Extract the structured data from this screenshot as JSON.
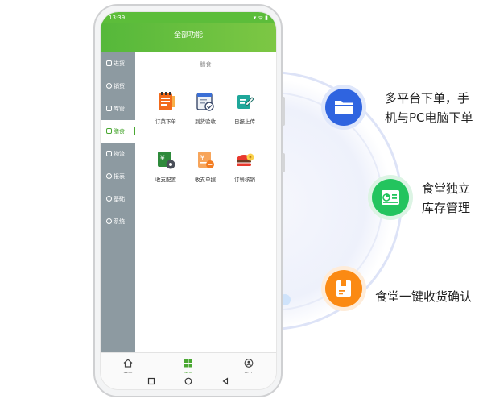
{
  "phone": {
    "status_time": "13:39",
    "status_right": "▾ ᯤ ▮",
    "header_title": "全部功能",
    "sidebar": [
      {
        "label": "进货",
        "active": false
      },
      {
        "label": "销货",
        "active": false
      },
      {
        "label": "库管",
        "active": false
      },
      {
        "label": "膳食",
        "active": true
      },
      {
        "label": "物流",
        "active": false
      },
      {
        "label": "报表",
        "active": false
      },
      {
        "label": "基础",
        "active": false
      },
      {
        "label": "系统",
        "active": false
      }
    ],
    "section_title": "膳食",
    "functions": [
      {
        "label": "订菜下单",
        "icon": "order-food-icon"
      },
      {
        "label": "到货验收",
        "icon": "goods-check-icon"
      },
      {
        "label": "日报上传",
        "icon": "daily-upload-icon"
      },
      {
        "label": "收支配置",
        "icon": "finance-config-icon"
      },
      {
        "label": "收支单据",
        "icon": "finance-bill-icon"
      },
      {
        "label": "订餐核销",
        "icon": "meal-verify-icon"
      }
    ],
    "tabbar": [
      {
        "label": "首页",
        "icon": "home-icon"
      },
      {
        "label": "应用",
        "icon": "apps-icon"
      },
      {
        "label": "我的",
        "icon": "profile-icon"
      }
    ]
  },
  "features": [
    {
      "line1": "多平台下单，手",
      "line2": "机与PC电脑下单",
      "icon": "folder-icon",
      "color": "#2f64e0"
    },
    {
      "line1": "食堂独立",
      "line2": "库存管理",
      "icon": "chart-card-icon",
      "color": "#23c45e"
    },
    {
      "line1": "食堂一键收货确认",
      "line2": "",
      "icon": "box-icon",
      "color": "#fb8a13"
    }
  ]
}
